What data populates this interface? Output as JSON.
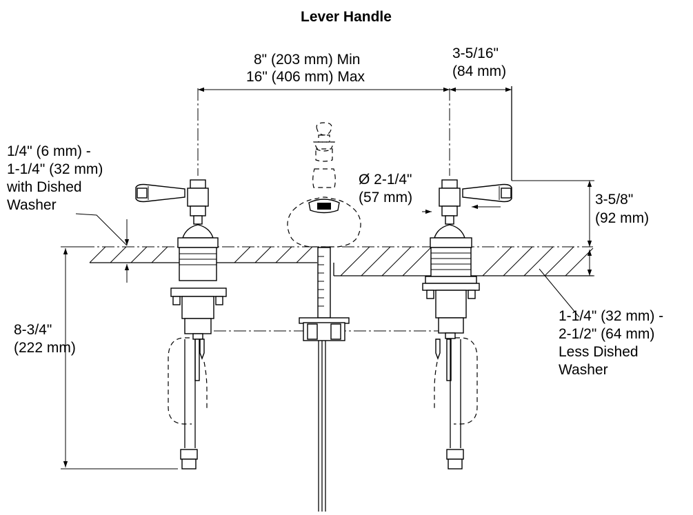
{
  "title": "Lever Handle",
  "dims": {
    "spread_min": "8\" (203 mm) Min",
    "spread_max": "16\" (406 mm) Max",
    "handle_len_1": "3-5/16\"",
    "handle_len_2": "(84 mm)",
    "top_thick_1": "1/4\" (6 mm) -",
    "top_thick_2": "1-1/4\" (32 mm)",
    "top_thick_3": "with Dished",
    "top_thick_4": "Washer",
    "diameter_1": "Ø 2-1/4\"",
    "diameter_2": "(57 mm)",
    "height_1": "3-5/8\"",
    "height_2": "(92 mm)",
    "less_1": "1-1/4\" (32 mm) -",
    "less_2": "2-1/2\" (64 mm)",
    "less_3": "Less Dished",
    "less_4": "Washer",
    "below_1": "8-3/4\"",
    "below_2": "(222 mm)"
  }
}
